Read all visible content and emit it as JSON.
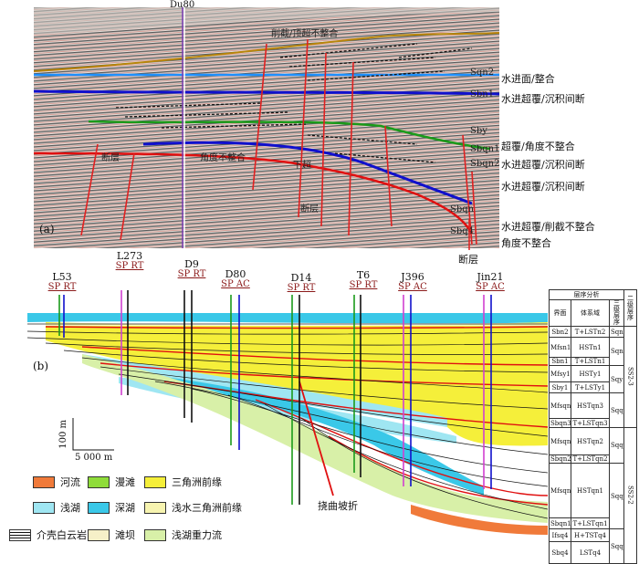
{
  "panel_a": {
    "tag": "(a)",
    "well": "Du80",
    "top_label": "削截/顶超不整合",
    "horizons": [
      "Sqn2",
      "Sbn1",
      "Sby",
      "Sbqn1",
      "Sbqn2",
      "Sbqn",
      "Sbq4"
    ],
    "inline": [
      "断层",
      "角度不整合",
      "下超",
      "断层"
    ],
    "right": [
      "水进面/整合",
      "水进超覆/沉积间断",
      "超覆/角度不整合",
      "水进超覆/沉积间断",
      "水进超覆/沉积间断",
      "水进超覆/削截不整合",
      "角度不整合"
    ],
    "fault_bottom": "断层"
  },
  "panel_b": {
    "tag": "(b)",
    "wells": [
      {
        "name": "L53",
        "logs": "SP  RT"
      },
      {
        "name": "L273",
        "logs": "SP  RT"
      },
      {
        "name": "D9",
        "logs": "SP  RT"
      },
      {
        "name": "D80",
        "logs": "SP  AC"
      },
      {
        "name": "D14",
        "logs": "SP  RT"
      },
      {
        "name": "T6",
        "logs": "SP  RT"
      },
      {
        "name": "J396",
        "logs": "SP  AC"
      },
      {
        "name": "Jin21",
        "logs": "SP  AC"
      }
    ],
    "flexure_label": "挠曲坡折",
    "scale": {
      "vertical": "100 m",
      "horizontal": "5 000 m"
    }
  },
  "table": {
    "header": "层序分析",
    "col_boundary": "界面",
    "col_tract": "体系域",
    "col_tier3": "三级层序",
    "col_tier2": "二级层序",
    "rows": [
      {
        "boundary": "Sbn2",
        "tract": "T+LSTn2",
        "seq": "Sqn2"
      },
      {
        "boundary": "Mfsn1",
        "tract": "HSTn1",
        "seq": "Sqn1"
      },
      {
        "boundary": "Sbn1",
        "tract": "T+LSTn1",
        "seq": ""
      },
      {
        "boundary": "Mfsy1",
        "tract": "HSTy1",
        "seq": "Sqy1"
      },
      {
        "boundary": "Sby1",
        "tract": "T+LSTy1",
        "seq": ""
      },
      {
        "boundary": "Mfsqn",
        "tract": "HSTqn3",
        "seq": "Sqqn3"
      },
      {
        "boundary": "Sbqn3",
        "tract": "T+LSTqn3",
        "seq": ""
      },
      {
        "boundary": "Mfsqn",
        "tract": "HSTqn2",
        "seq": "Sqqn2"
      },
      {
        "boundary": "Sbqn2",
        "tract": "T+LSTqn2",
        "seq": ""
      },
      {
        "boundary": "Mfsqn",
        "tract": "HSTqn1",
        "seq": "Sqqn1"
      },
      {
        "boundary": "Sbqn1",
        "tract": "T+LSTqn1",
        "seq": ""
      },
      {
        "boundary": "Ifsq4",
        "tract": "H+TSTq4",
        "seq": "Sqq4"
      },
      {
        "boundary": "Sbq4",
        "tract": "LSTq4",
        "seq": ""
      }
    ],
    "tier2": [
      "SS2-3",
      "SS2-2"
    ]
  },
  "legend": [
    {
      "label": "河流",
      "color": "#f07a3a"
    },
    {
      "label": "漫滩",
      "color": "#8fdc3a"
    },
    {
      "label": "三角洲前缘",
      "color": "#f5ef3a"
    },
    {
      "label": "浅湖",
      "color": "#9fe6f2"
    },
    {
      "label": "深湖",
      "color": "#3ac8e8"
    },
    {
      "label": "浅水三角洲前缘",
      "color": "#f7f4b0"
    },
    {
      "label": "介壳白云岩",
      "color": "striped"
    },
    {
      "label": "滩坝",
      "color": "#f6f0c8"
    },
    {
      "label": "浅湖重力流",
      "color": "#d8f0a8"
    }
  ]
}
